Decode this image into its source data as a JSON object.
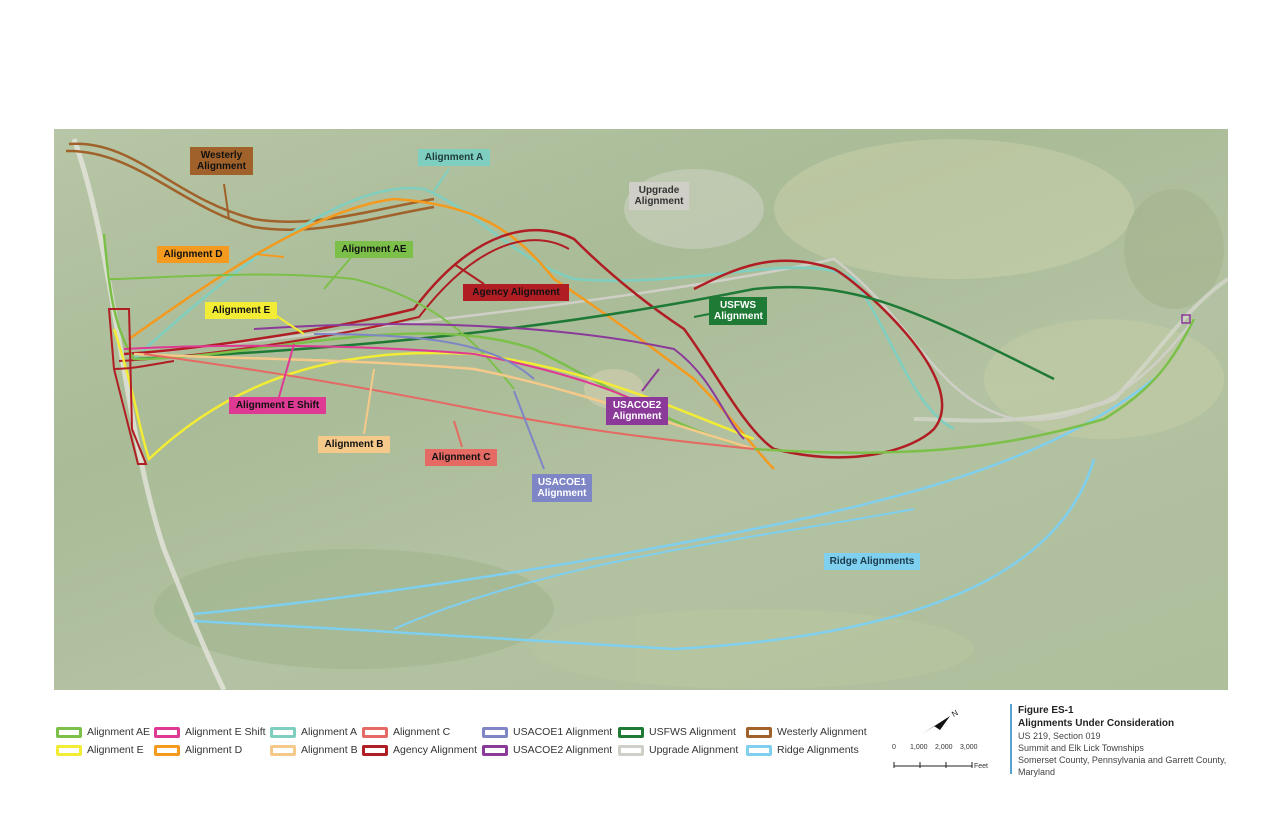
{
  "map": {
    "labels": [
      {
        "key": "westerly",
        "text": "Westerly\nAlignment",
        "bg": "#a0622a",
        "fg": "#111111"
      },
      {
        "key": "alignment-a",
        "text": "Alignment A",
        "bg": "#7fcfc0",
        "fg": "#1e3a36"
      },
      {
        "key": "upgrade",
        "text": "Upgrade\nAlignment",
        "bg": "#cfcfc7",
        "fg": "#333333"
      },
      {
        "key": "alignment-d",
        "text": "Alignment D",
        "bg": "#f39a1f",
        "fg": "#111111"
      },
      {
        "key": "alignment-ae",
        "text": "Alignment AE",
        "bg": "#7cc04a",
        "fg": "#111111"
      },
      {
        "key": "agency",
        "text": "Agency Alignment",
        "bg": "#b01e24",
        "fg": "#111111"
      },
      {
        "key": "usfws",
        "text": "USFWS\nAlignment",
        "bg": "#1f7a36",
        "fg": "#ffffff"
      },
      {
        "key": "alignment-e",
        "text": "Alignment E",
        "bg": "#f3ec34",
        "fg": "#111111"
      },
      {
        "key": "alignment-e-shift",
        "text": "Alignment E Shift",
        "bg": "#de3a93",
        "fg": "#111111"
      },
      {
        "key": "usacoe2",
        "text": "USACOE2\nAlignment",
        "bg": "#8b3a9a",
        "fg": "#ffffff"
      },
      {
        "key": "alignment-b",
        "text": "Alignment B",
        "bg": "#f5c98a",
        "fg": "#111111"
      },
      {
        "key": "alignment-c",
        "text": "Alignment C",
        "bg": "#e46a63",
        "fg": "#111111"
      },
      {
        "key": "usacoe1",
        "text": "USACOE1\nAlignment",
        "bg": "#7f86c6",
        "fg": "#ffffff"
      },
      {
        "key": "ridge",
        "text": "Ridge Alignments",
        "bg": "#7fcfef",
        "fg": "#1a3a4a"
      }
    ]
  },
  "legend": {
    "items": [
      {
        "label": "Alignment AE",
        "color": "#7cc04a"
      },
      {
        "label": "Alignment E",
        "color": "#f3ec34"
      },
      {
        "label": "Alignment E Shift",
        "color": "#de3a93"
      },
      {
        "label": "Alignment D",
        "color": "#f39a1f"
      },
      {
        "label": "Alignment A",
        "color": "#7fcfc0"
      },
      {
        "label": "Alignment B",
        "color": "#f5c98a"
      },
      {
        "label": "Alignment C",
        "color": "#e46a63"
      },
      {
        "label": "Agency Alignment",
        "color": "#b01e24"
      },
      {
        "label": "USACOE1 Alignment",
        "color": "#7f86c6"
      },
      {
        "label": "USACOE2 Alignment",
        "color": "#8b3a9a"
      },
      {
        "label": "USFWS  Alignment",
        "color": "#1f7a36"
      },
      {
        "label": "Upgrade  Alignment",
        "color": "#cfcfc7"
      },
      {
        "label": "Westerly Alignment",
        "color": "#a0622a"
      },
      {
        "label": "Ridge Alignments",
        "color": "#7fcfef"
      }
    ]
  },
  "north": {
    "letter": "N"
  },
  "scale": {
    "ticks": [
      "0",
      "1,000",
      "2,000",
      "3,000"
    ],
    "unit": "Feet"
  },
  "title_block": {
    "figure": "Figure ES-1",
    "title": "Alignments Under Consideration",
    "line1": "US 219, Section 019",
    "line2": "Summit and Elk Lick Townships",
    "line3": "Somerset County, Pennsylvania and Garrett County, Maryland"
  }
}
